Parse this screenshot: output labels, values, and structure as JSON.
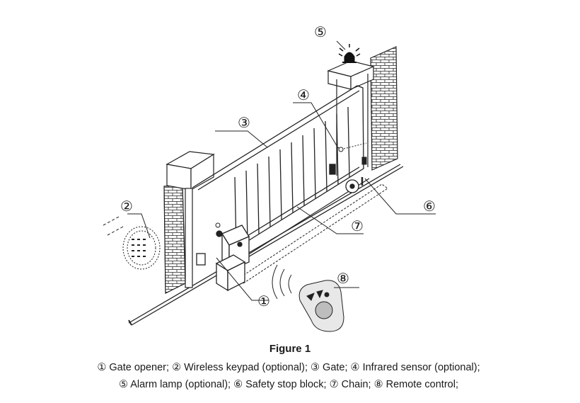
{
  "diagram": {
    "callouts": [
      {
        "num": "①",
        "name": "Gate opener"
      },
      {
        "num": "②",
        "name": "Wireless keypad (optional)"
      },
      {
        "num": "③",
        "name": "Gate"
      },
      {
        "num": "④",
        "name": "Infrared sensor (optional)"
      },
      {
        "num": "⑤",
        "name": "Alarm lamp (optional)"
      },
      {
        "num": "⑥",
        "name": "Safety stop block"
      },
      {
        "num": "⑦",
        "name": "Chain"
      },
      {
        "num": "⑧",
        "name": "Remote control"
      }
    ]
  },
  "figure": {
    "title": "Figure 1",
    "separator": "; "
  }
}
